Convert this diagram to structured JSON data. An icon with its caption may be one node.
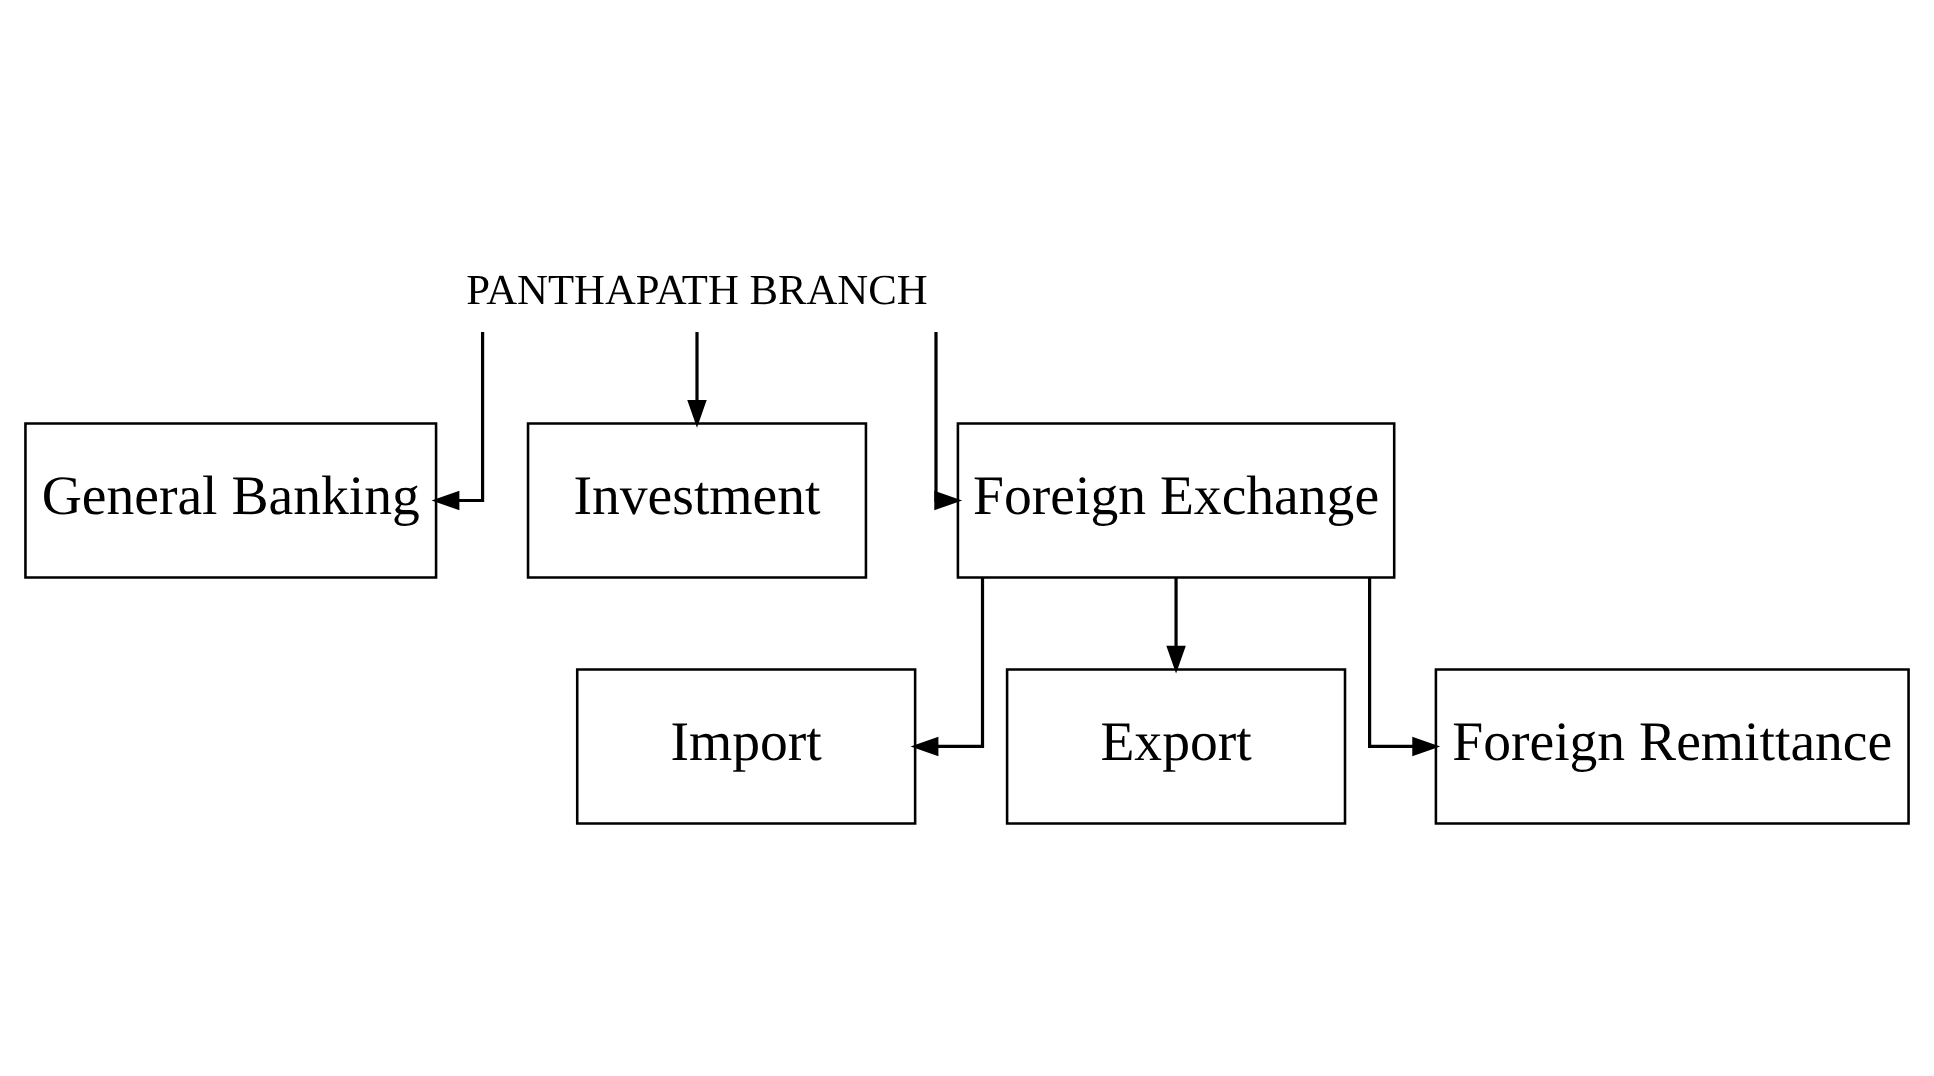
{
  "diagram": {
    "nodes": [
      {
        "text": [
          "PANTHAPATH BRANCH"
        ]
      },
      {
        "text": [
          "General Banking"
        ]
      },
      {
        "text": [
          "Investment"
        ]
      },
      {
        "text": [
          "Foreign Exchange"
        ]
      },
      {
        "text": [
          "Import"
        ]
      },
      {
        "text": [
          "Export"
        ]
      },
      {
        "text": [
          "Foreign Remittance"
        ]
      }
    ],
    "edges": [
      {
        "from": 0,
        "to": 1,
        "arrow": "to"
      },
      {
        "from": 0,
        "to": 2,
        "arrow": "to"
      },
      {
        "from": 0,
        "to": 3,
        "arrow": "to"
      },
      {
        "from": 3,
        "to": 4,
        "arrow": "to"
      },
      {
        "from": 3,
        "to": 5,
        "arrow": "to"
      },
      {
        "from": 3,
        "to": 6,
        "arrow": "to"
      }
    ]
  }
}
